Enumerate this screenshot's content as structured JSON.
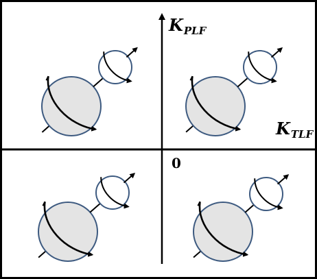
{
  "axes": {
    "vertical": {
      "main": "K",
      "sub": "PLF"
    },
    "horizontal": {
      "main": "K",
      "sub": "TLF"
    },
    "origin": "0"
  },
  "colors": {
    "large_sphere_fill": "#e4e4e4",
    "sphere_stroke": "#3d5a80",
    "line": "#000000",
    "border": "#000000"
  },
  "quadrants": [
    {
      "name": "upper-left"
    },
    {
      "name": "upper-right"
    },
    {
      "name": "lower-left"
    },
    {
      "name": "lower-right"
    }
  ]
}
